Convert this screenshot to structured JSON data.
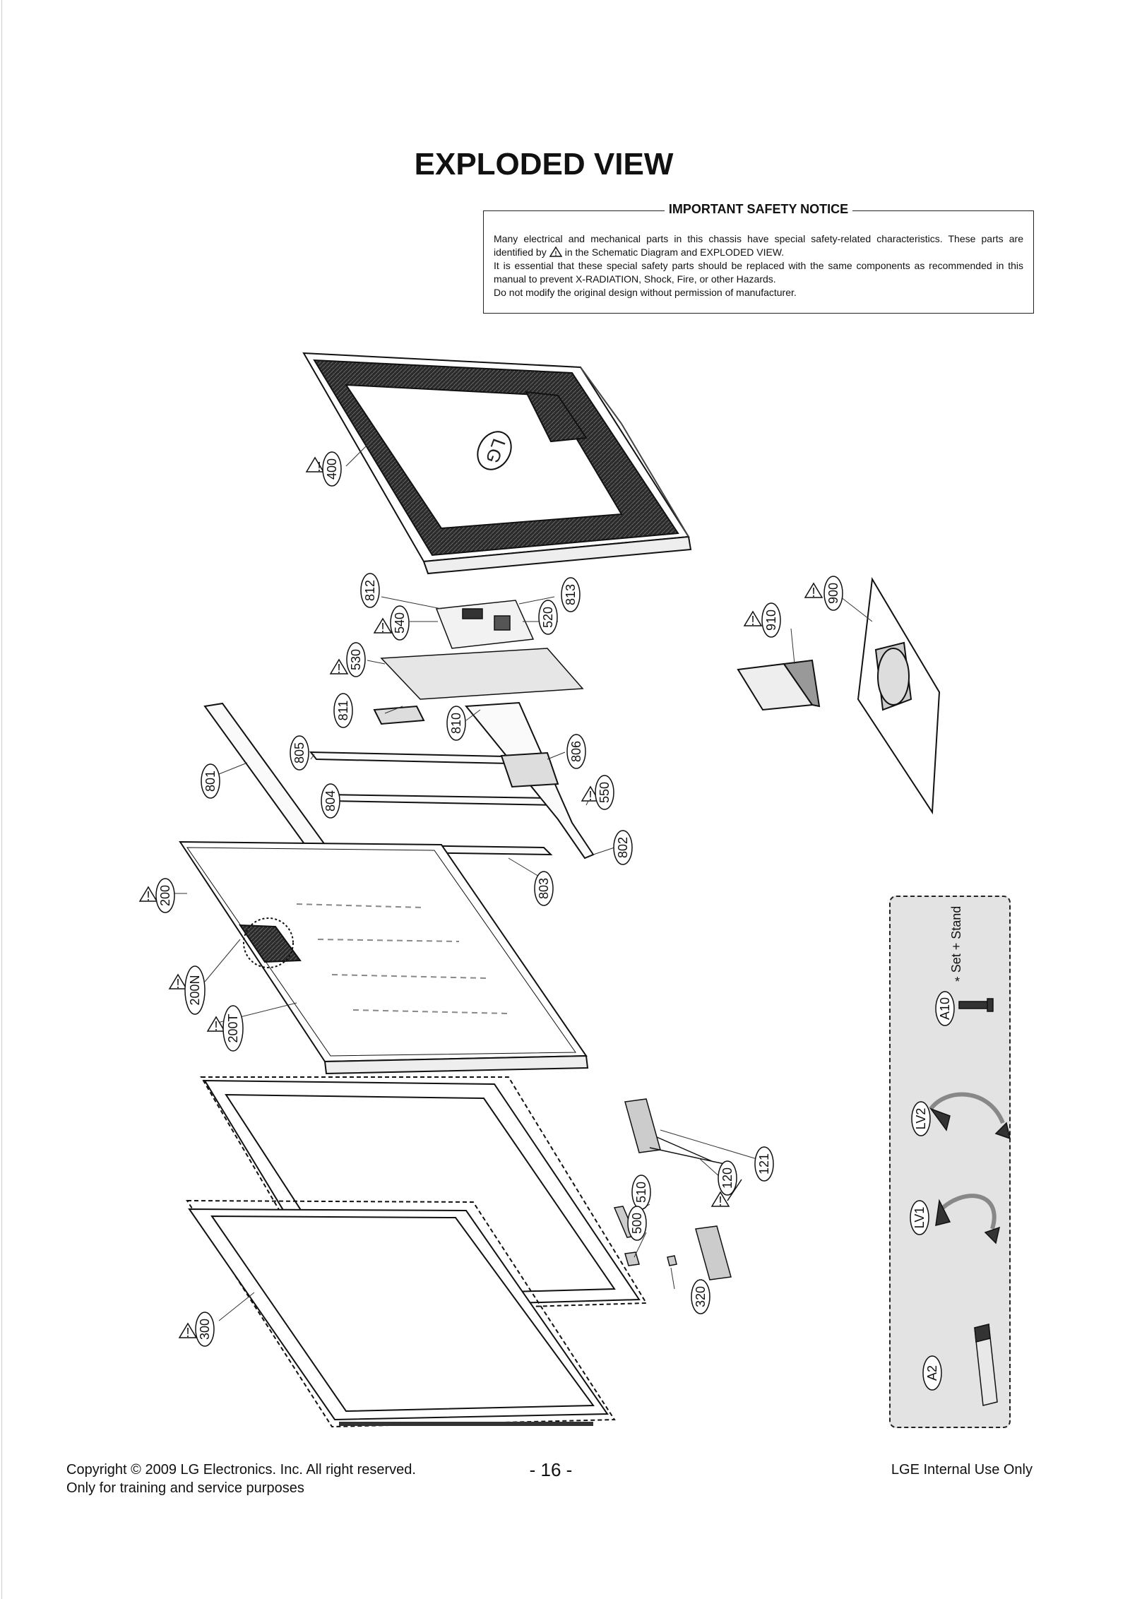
{
  "page": {
    "title": "EXPLODED VIEW",
    "page_number": "- 16 -",
    "footer_copyright": "Copyright © 2009 LG Electronics. Inc. All right reserved.",
    "footer_note": "Only for training and service purposes",
    "footer_right": "LGE Internal Use Only"
  },
  "notice": {
    "title": "IMPORTANT SAFETY NOTICE",
    "line1_a": "Many electrical and mechanical parts in this chassis have special safety-related characteristics. These parts are identified by",
    "line1_b": "in the Schematic Diagram and EXPLODED VIEW.",
    "line2": "It is essential that these special safety parts should be replaced with the same components as recommended in this manual to prevent X-RADIATION, Shock, Fire, or other Hazards.",
    "line3": "Do not modify the original design without permission of manufacturer."
  },
  "diagram": {
    "brand_mark": "LG",
    "callouts": {
      "c400": "400",
      "c812": "812",
      "c813": "813",
      "c520": "520",
      "c540": "540",
      "c530": "530",
      "c811": "811",
      "c810": "810",
      "c805": "805",
      "c806": "806",
      "c801": "801",
      "c804": "804",
      "c550": "550",
      "c802": "802",
      "c803": "803",
      "c200": "200",
      "c200n": "200N",
      "c200t": "200T",
      "c910": "910",
      "c900": "900",
      "c121": "121",
      "c120": "120",
      "c510": "510",
      "c500": "500",
      "c320": "320",
      "c300": "300"
    },
    "accessories": {
      "a10": "A10",
      "a10_note": "Set + Stand",
      "asterisk": "*",
      "lv2": "LV2",
      "lv1": "LV1",
      "a2": "A2"
    }
  }
}
